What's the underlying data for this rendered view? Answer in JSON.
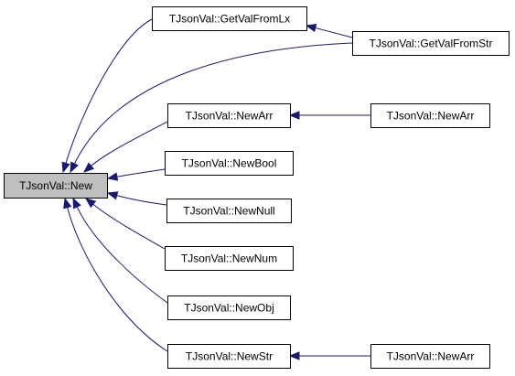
{
  "diagram": {
    "type": "call-graph",
    "colors": {
      "edge": "#191970",
      "node_fill": "#ffffff",
      "focus_fill": "#bfbfbf",
      "border": "#000000",
      "text": "#000000"
    },
    "nodes": [
      {
        "id": "new",
        "label": "TJsonVal::New",
        "focus": true
      },
      {
        "id": "getvalfromlx",
        "label": "TJsonVal::GetValFromLx"
      },
      {
        "id": "getvalfromstr",
        "label": "TJsonVal::GetValFromStr"
      },
      {
        "id": "newarr",
        "label": "TJsonVal::NewArr"
      },
      {
        "id": "newarr_caller_1",
        "label": "TJsonVal::NewArr"
      },
      {
        "id": "newbool",
        "label": "TJsonVal::NewBool"
      },
      {
        "id": "newnull",
        "label": "TJsonVal::NewNull"
      },
      {
        "id": "newnum",
        "label": "TJsonVal::NewNum"
      },
      {
        "id": "newobj",
        "label": "TJsonVal::NewObj"
      },
      {
        "id": "newstr",
        "label": "TJsonVal::NewStr"
      },
      {
        "id": "newarr_caller_2",
        "label": "TJsonVal::NewArr"
      }
    ],
    "edges": [
      {
        "from": "getvalfromlx",
        "to": "new"
      },
      {
        "from": "getvalfromstr",
        "to": "new"
      },
      {
        "from": "getvalfromstr",
        "to": "getvalfromlx"
      },
      {
        "from": "newarr",
        "to": "new"
      },
      {
        "from": "newarr_caller_1",
        "to": "newarr"
      },
      {
        "from": "newbool",
        "to": "new"
      },
      {
        "from": "newnull",
        "to": "new"
      },
      {
        "from": "newnum",
        "to": "new"
      },
      {
        "from": "newobj",
        "to": "new"
      },
      {
        "from": "newstr",
        "to": "new"
      },
      {
        "from": "newarr_caller_2",
        "to": "newstr"
      }
    ]
  }
}
